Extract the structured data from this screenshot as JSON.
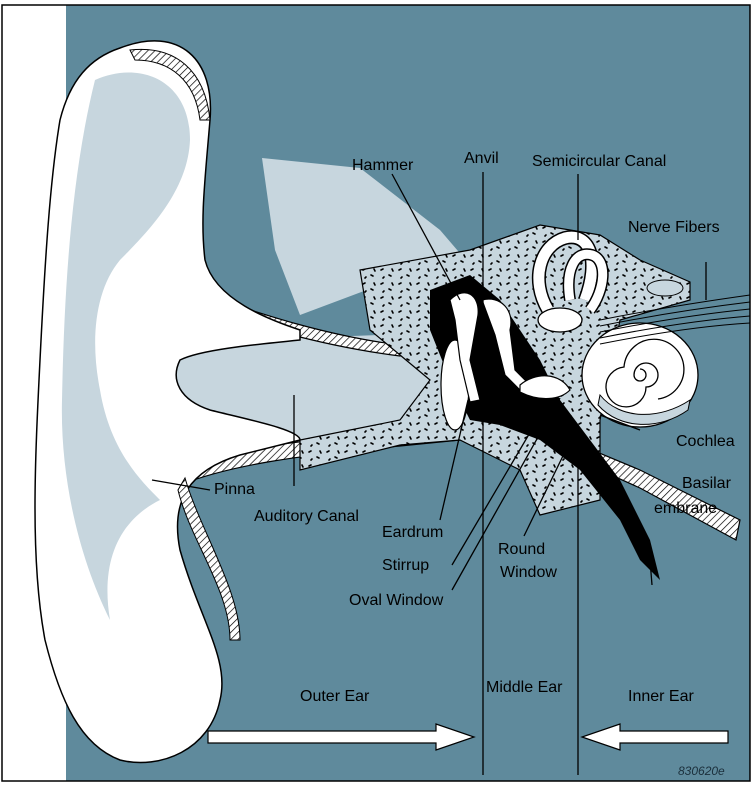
{
  "labels": {
    "hammer": "Hammer",
    "anvil": "Anvil",
    "semicircular_canal": "Semicircular Canal",
    "nerve_fibers": "Nerve Fibers",
    "cochlea": "Cochlea",
    "basilar_line1": "Basilar",
    "basilar_line2": "embrane",
    "pinna": "Pinna",
    "auditory_canal": "Auditory Canal",
    "eardrum": "Eardrum",
    "stirrup": "Stirrup",
    "oval_window": "Oval Window",
    "round_window_line1": "Round",
    "round_window_line2": "Window",
    "outer_ear": "Outer Ear",
    "middle_ear": "Middle Ear",
    "inner_ear": "Inner Ear",
    "figure_code": "830620e"
  },
  "colors": {
    "background": "#5f8a9c",
    "ear_fill": "#ffffff",
    "light_tissue": "#c7d6de",
    "cavity": "#000000",
    "outline": "#000000"
  }
}
